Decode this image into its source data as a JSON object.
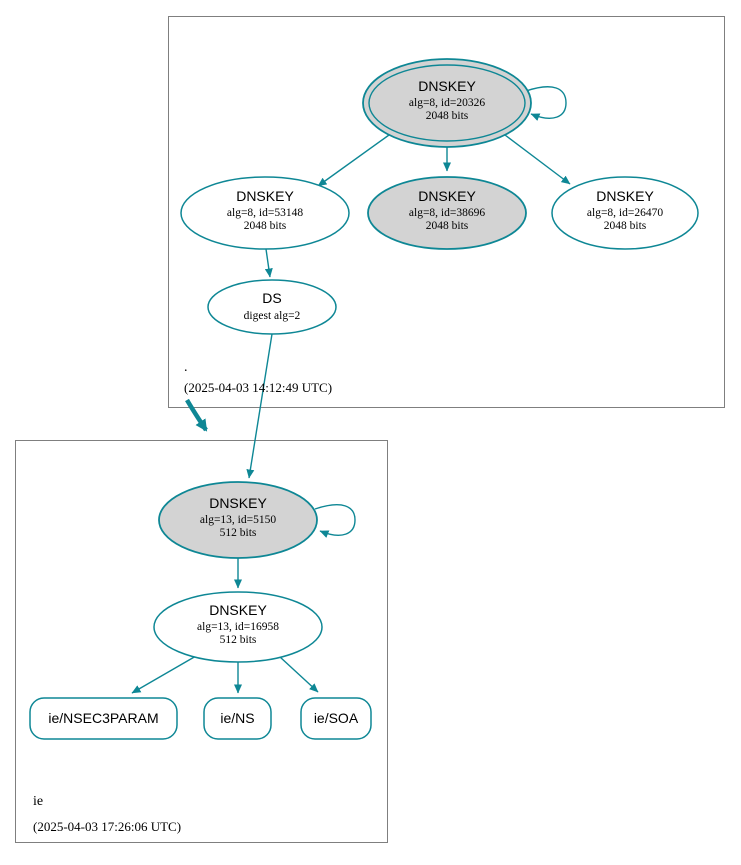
{
  "zones": {
    "root": {
      "name": ".",
      "timestamp": "(2025-04-03 14:12:49 UTC)",
      "ksk": {
        "title": "DNSKEY",
        "detail1": "alg=8, id=20326",
        "detail2": "2048 bits"
      },
      "zsk_left": {
        "title": "DNSKEY",
        "detail1": "alg=8, id=53148",
        "detail2": "2048 bits"
      },
      "zsk_mid": {
        "title": "DNSKEY",
        "detail1": "alg=8, id=38696",
        "detail2": "2048 bits"
      },
      "zsk_right": {
        "title": "DNSKEY",
        "detail1": "alg=8, id=26470",
        "detail2": "2048 bits"
      },
      "ds": {
        "title": "DS",
        "detail1": "digest alg=2"
      }
    },
    "ie": {
      "name": "ie",
      "timestamp": "(2025-04-03 17:26:06 UTC)",
      "ksk": {
        "title": "DNSKEY",
        "detail1": "alg=13, id=5150",
        "detail2": "512 bits"
      },
      "zsk": {
        "title": "DNSKEY",
        "detail1": "alg=13, id=16958",
        "detail2": "512 bits"
      },
      "records": [
        {
          "label": "ie/NSEC3PARAM"
        },
        {
          "label": "ie/NS"
        },
        {
          "label": "ie/SOA"
        }
      ]
    }
  },
  "colors": {
    "edge": "#0e8795",
    "ksk_fill": "#d3d3d3",
    "node_fill": "#ffffff",
    "box_border": "#7f7f7f"
  }
}
